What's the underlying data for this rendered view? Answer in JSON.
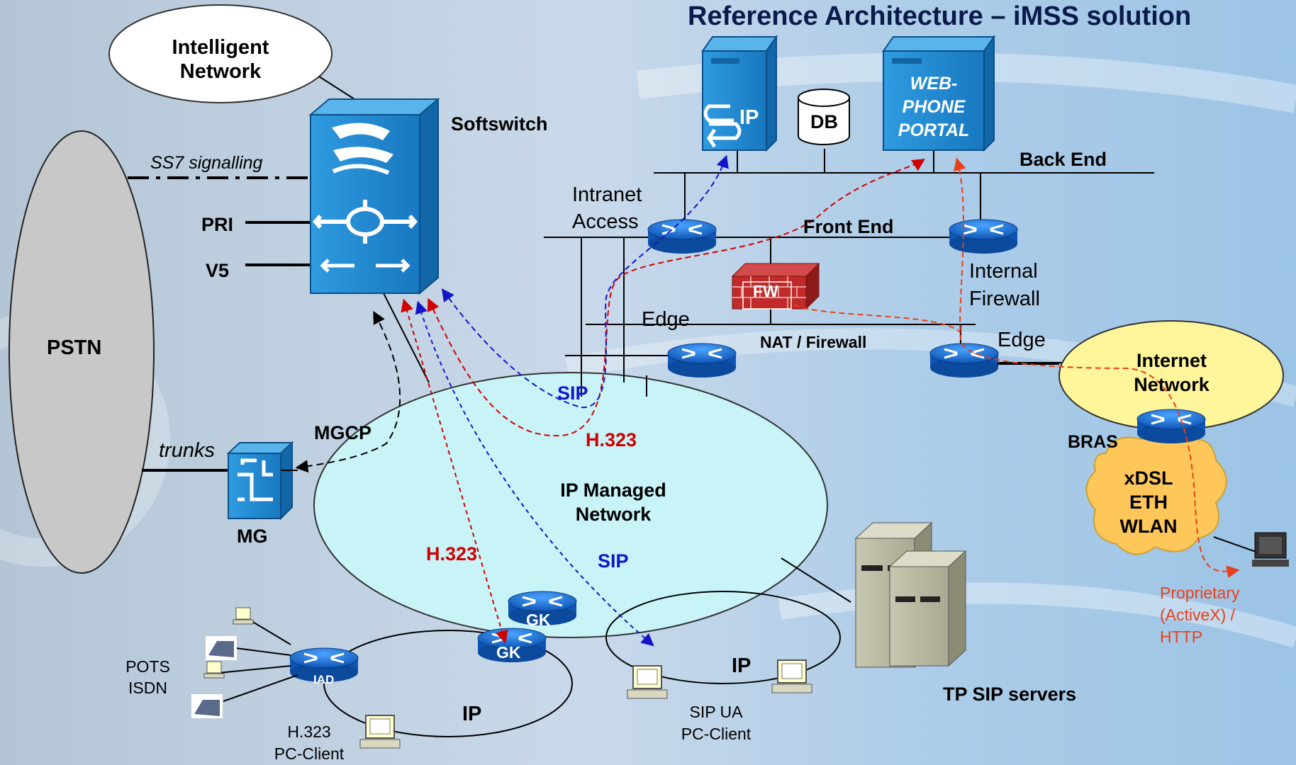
{
  "title": "Reference Architecture – iMSS solution",
  "clouds": {
    "intelligent_network": "Intelligent\nNetwork",
    "pstn": "PSTN",
    "ip_managed": "IP Managed\nNetwork",
    "internet": "Internet\nNetwork",
    "access": "xDSL\nETH\nWLAN"
  },
  "devices": {
    "softswitch": "Softswitch",
    "sip_server": "IP",
    "db": "DB",
    "web_portal": "WEB-\nPHONE\nPORTAL",
    "firewall": "FW",
    "mg": "MG",
    "gk": "GK",
    "iad": "IAD",
    "bras": "BRAS",
    "tp_servers": "TP SIP servers"
  },
  "labels": {
    "ss7": "SS7  signalling",
    "pri": "PRI",
    "v5": "V5",
    "trunks": "trunks",
    "intranet_access": "Intranet\nAccess",
    "back_end": "Back End",
    "front_end": "Front End",
    "internal_firewall": "Internal\nFirewall",
    "edge_left": "Edge",
    "edge_right": "Edge",
    "nat_firewall": "NAT / Firewall",
    "mgcp": "MGCP",
    "sip_top": "SIP",
    "h323_top": "H.323",
    "h323_mid": "H.323",
    "sip_mid": "SIP",
    "pots_isdn": "POTS\nISDN",
    "h323_client": "H.323\nPC-Client",
    "sip_client": "SIP UA\nPC-Client",
    "ip_left": "IP",
    "ip_right": "IP",
    "proprietary": "Proprietary\n(ActiveX) /\nHTTP"
  },
  "colors": {
    "sip_flow": "#1515c8",
    "h323_flow": "#d00000",
    "http_flow": "#e8401a",
    "router": "#1a6fd0",
    "managed_cloud": "#c8f4f8",
    "internet_cloud": "#fff59a",
    "access_cloud": "#ffc75a"
  }
}
